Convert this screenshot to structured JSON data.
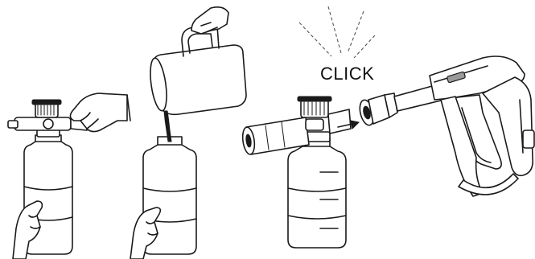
{
  "steps": [
    {
      "name": "attach-nozzle"
    },
    {
      "name": "fill-bottle"
    },
    {
      "name": "connect-to-gun"
    }
  ],
  "click_label": "CLICK",
  "colors": {
    "ink": "#1a1a1a",
    "paper": "#ffffff",
    "shade": "#9a9a9a"
  }
}
